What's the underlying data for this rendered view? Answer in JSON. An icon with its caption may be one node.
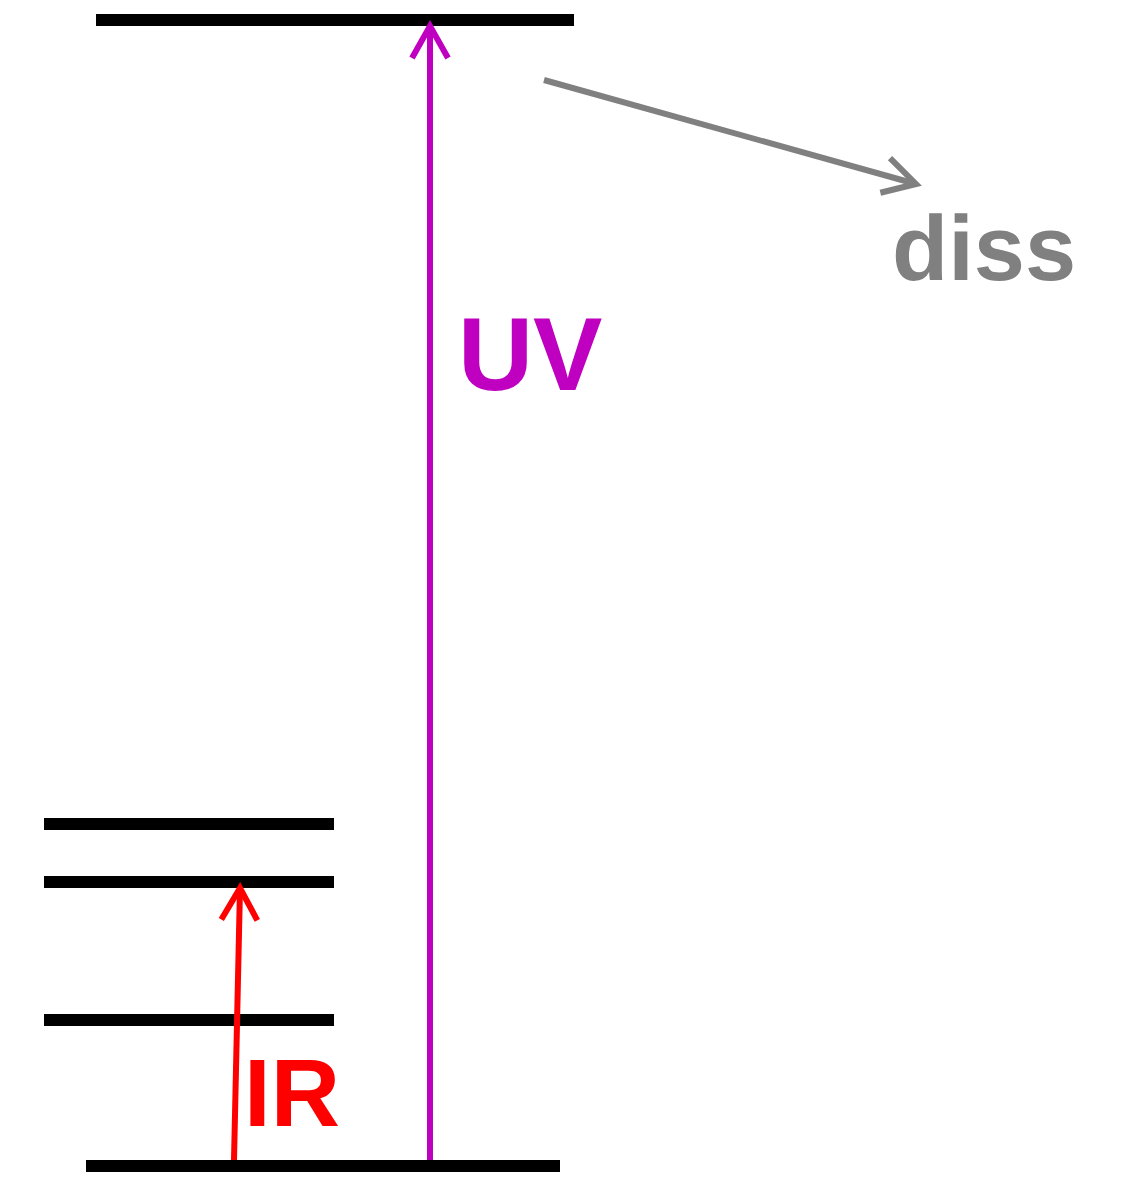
{
  "diagram": {
    "nodes": [
      {
        "text": [],
        "shape": "bar"
      },
      {
        "text": [
          "diss"
        ]
      },
      {
        "text": [],
        "shape": "bar"
      },
      {
        "text": [],
        "shape": "bar"
      },
      {
        "text": [],
        "shape": "bar"
      },
      {
        "text": [],
        "shape": "bar"
      }
    ],
    "edges": [
      {
        "from": 5,
        "to": 0,
        "arrow": "to",
        "label": "UV",
        "color": "#c000c0"
      },
      {
        "from": 5,
        "to": 3,
        "arrow": "to",
        "label": "IR",
        "color": "#ff0000"
      },
      {
        "from": null,
        "to": 1,
        "arrow": "to",
        "color": "#808080"
      }
    ]
  }
}
